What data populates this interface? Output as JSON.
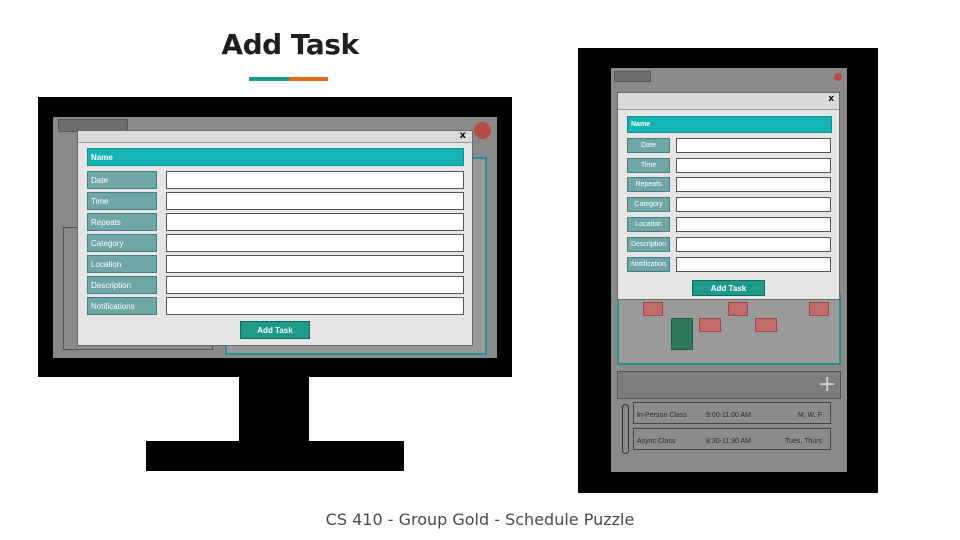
{
  "slide": {
    "title": "Add Task",
    "footer": "CS 410 - Group Gold - Schedule Puzzle"
  },
  "colors": {
    "accent_teal": "#1e9a8a",
    "accent_orange": "#e06a1e",
    "name_bar": "#15b3b3",
    "label_bg": "#6fa6a6",
    "button_bg": "#1e9a8a"
  },
  "desktop_dialog": {
    "close_label": "x",
    "name_label": "Name",
    "fields": [
      "Date",
      "Time",
      "Repeats",
      "Category",
      "Location",
      "Description",
      "Notifications"
    ],
    "button_label": "Add Task"
  },
  "tablet_dialog": {
    "close_label": "x",
    "name_label": "Name",
    "fields": [
      "Date",
      "Time",
      "Repeats",
      "Category",
      "Location",
      "Description",
      "Notification"
    ],
    "button_label": "Add Task"
  },
  "tablet_schedule": {
    "classes": [
      {
        "name": "In-Person Class",
        "time": "9:00-11:00 AM",
        "days": "M, W, F"
      },
      {
        "name": "Async Class",
        "time": "8:30-11:30 AM",
        "days": "Tues, Thurs"
      }
    ]
  }
}
